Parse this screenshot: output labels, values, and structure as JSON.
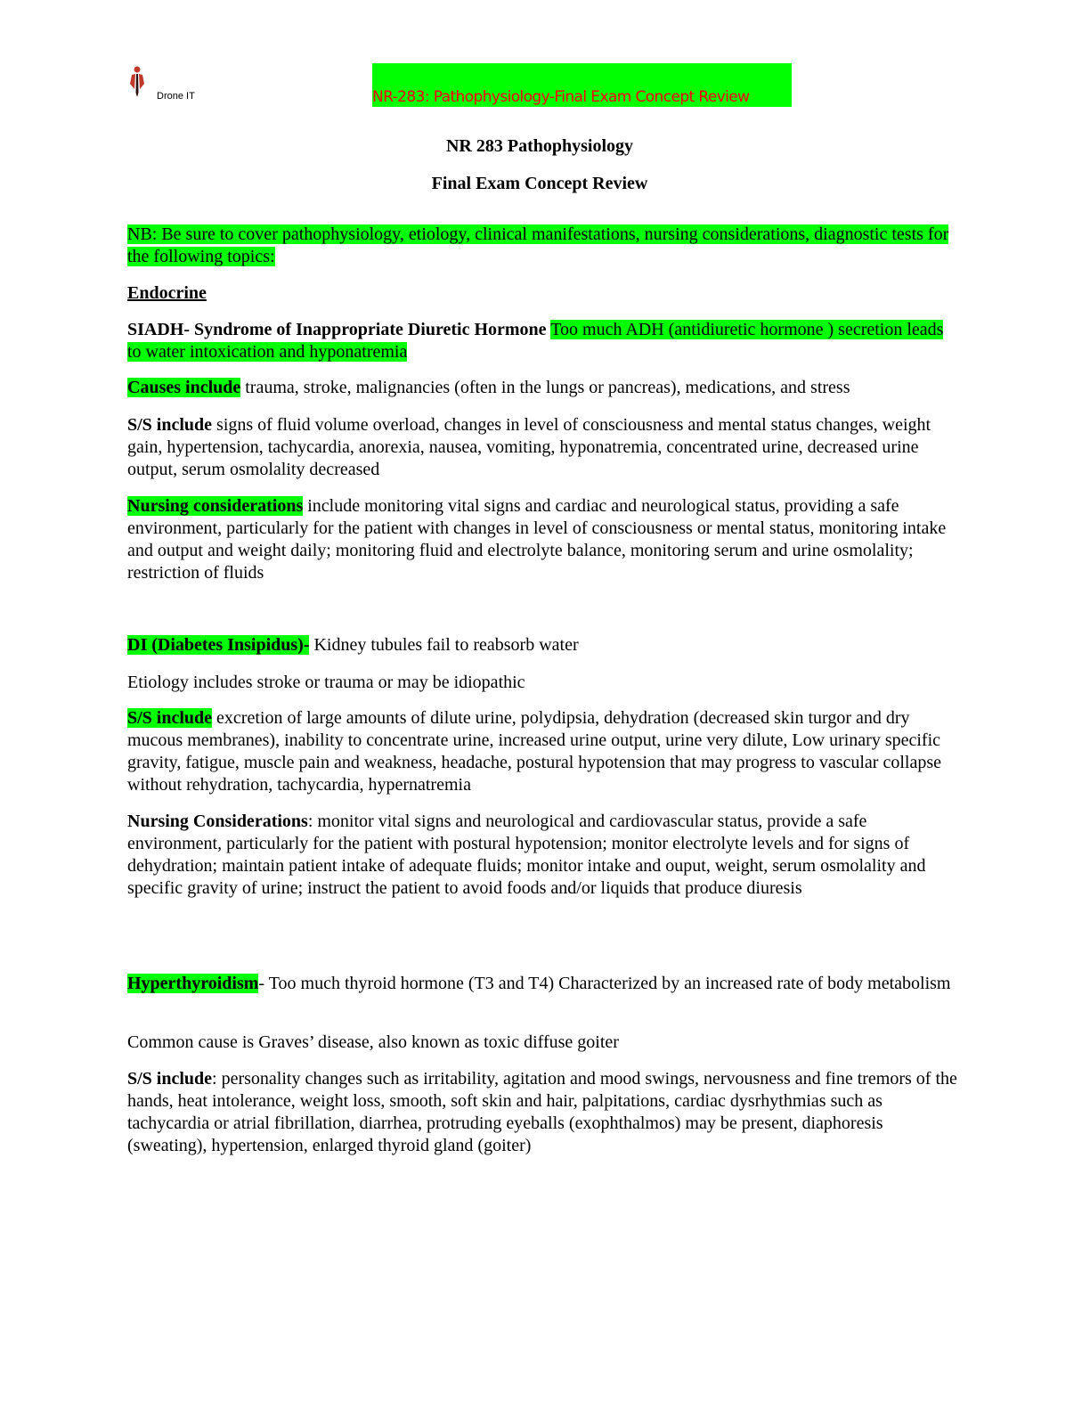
{
  "header": {
    "logo_text": "Drone IT",
    "banner": "NR-283: Pathophysiology-Final Exam Concept Review"
  },
  "titles": [
    "NR 283 Pathophysiology",
    "Final Exam Concept Review"
  ],
  "nb": "NB: Be sure to cover pathophysiology, etiology, clinical manifestations, nursing considerations, diagnostic tests for the following topics:",
  "section": "Endocrine",
  "siadh": {
    "heading": "SIADH- Syndrome of Inappropriate Diuretic Hormone",
    "desc": "Too much ADH (antidiuretic hormone ) secretion leads to water intoxication and hyponatremia",
    "causes_label": "Causes include",
    "causes": " trauma, stroke, malignancies (often in the lungs or pancreas), medications, and stress",
    "ss_label": "S/S include",
    "ss": " signs of fluid volume overload, changes in level of consciousness and mental status changes, weight gain, hypertension, tachycardia, anorexia, nausea, vomiting, hyponatremia, concentrated urine, decreased urine output, serum osmolality decreased",
    "nc_label": "Nursing considerations",
    "nc": " include monitoring vital signs and cardiac and neurological status, providing a safe environment, particularly for the patient with changes in level of consciousness or mental status, monitoring intake and output and weight daily; monitoring fluid and electrolyte balance, monitoring serum and urine osmolality; restriction of fluids"
  },
  "di": {
    "heading": "DI (Diabetes Insipidus)-",
    "desc": " Kidney tubules fail to reabsorb water",
    "etiology": "Etiology includes stroke or trauma or may be idiopathic",
    "ss_label": "S/S include",
    "ss": " excretion of large amounts of dilute urine, polydipsia, dehydration (decreased skin turgor and dry mucous membranes), inability to concentrate urine, increased urine output, urine very dilute, Low urinary specific gravity, fatigue, muscle pain and weakness, headache, postural hypotension that may progress to vascular collapse without rehydration, tachycardia, hypernatremia",
    "nc_label": "Nursing Considerations",
    "nc": ": monitor vital signs and neurological and cardiovascular status, provide a safe environment, particularly for the patient with postural hypotension; monitor electrolyte levels and for signs of dehydration; maintain patient intake of adequate fluids; monitor intake and ouput, weight, serum osmolality and specific gravity of urine; instruct the patient to avoid foods and/or liquids that produce diuresis"
  },
  "hyper": {
    "heading": "Hyperthyroidism",
    "desc": "- Too much thyroid hormone (T3 and T4) Characterized by an increased rate of body metabolism",
    "cause": "Common cause is Graves’ disease, also known as toxic diffuse goiter",
    "ss_label": "S/S include",
    "ss": ": personality changes such as irritability, agitation and mood swings, nervousness and fine tremors of the hands, heat intolerance, weight loss, smooth, soft skin and hair, palpitations, cardiac dysrhythmias such as tachycardia or atrial fibrillation, diarrhea, protruding eyeballs (exophthalmos) may be present, diaphoresis (sweating), hypertension, enlarged thyroid gland (goiter)"
  }
}
